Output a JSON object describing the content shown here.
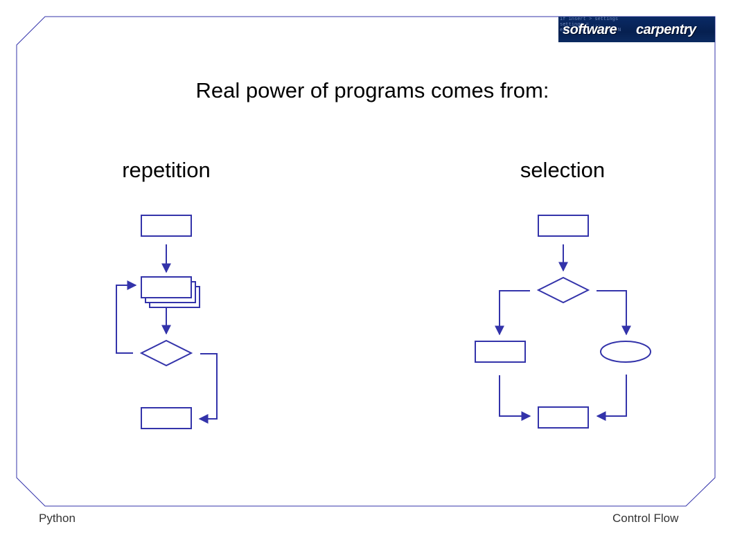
{
  "slide": {
    "title": "Real power of programs comes from:",
    "left_heading": "repetition",
    "right_heading": "selection",
    "footer_left": "Python",
    "footer_right": "Control Flow"
  },
  "logo": {
    "word1": "software",
    "word2": "carpentry",
    "code_text": "if insert > settings\nsettings = ...\next = doc.createTextN"
  },
  "colors": {
    "diagram_stroke": "#3333aa",
    "frame_stroke": "#3333aa",
    "title_text": "#000000",
    "footer_text": "#333333"
  }
}
